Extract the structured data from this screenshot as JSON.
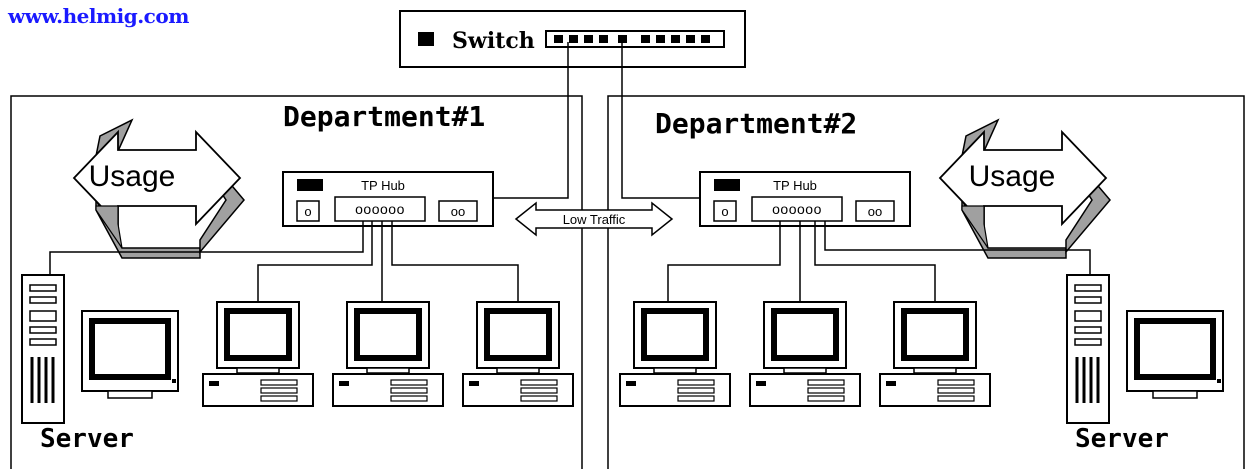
{
  "site": "www.helmig.com",
  "switch": {
    "label": "Switch"
  },
  "departments": [
    {
      "title": "Department#1",
      "hub_label": "TP Hub",
      "hub_ports": "oooooo",
      "hub_port_single": "o",
      "hub_port_pair": "oo",
      "usage_label": "Usage",
      "server_label": "Server"
    },
    {
      "title": "Department#2",
      "hub_label": "TP Hub",
      "hub_ports": "oooooo",
      "hub_port_single": "o",
      "hub_port_pair": "oo",
      "usage_label": "Usage",
      "server_label": "Server"
    }
  ],
  "link_label": "Low Traffic",
  "colors": {
    "line": "#000000",
    "arrow_fill": "#a0a0a0",
    "watermark": "#1a1aff"
  }
}
